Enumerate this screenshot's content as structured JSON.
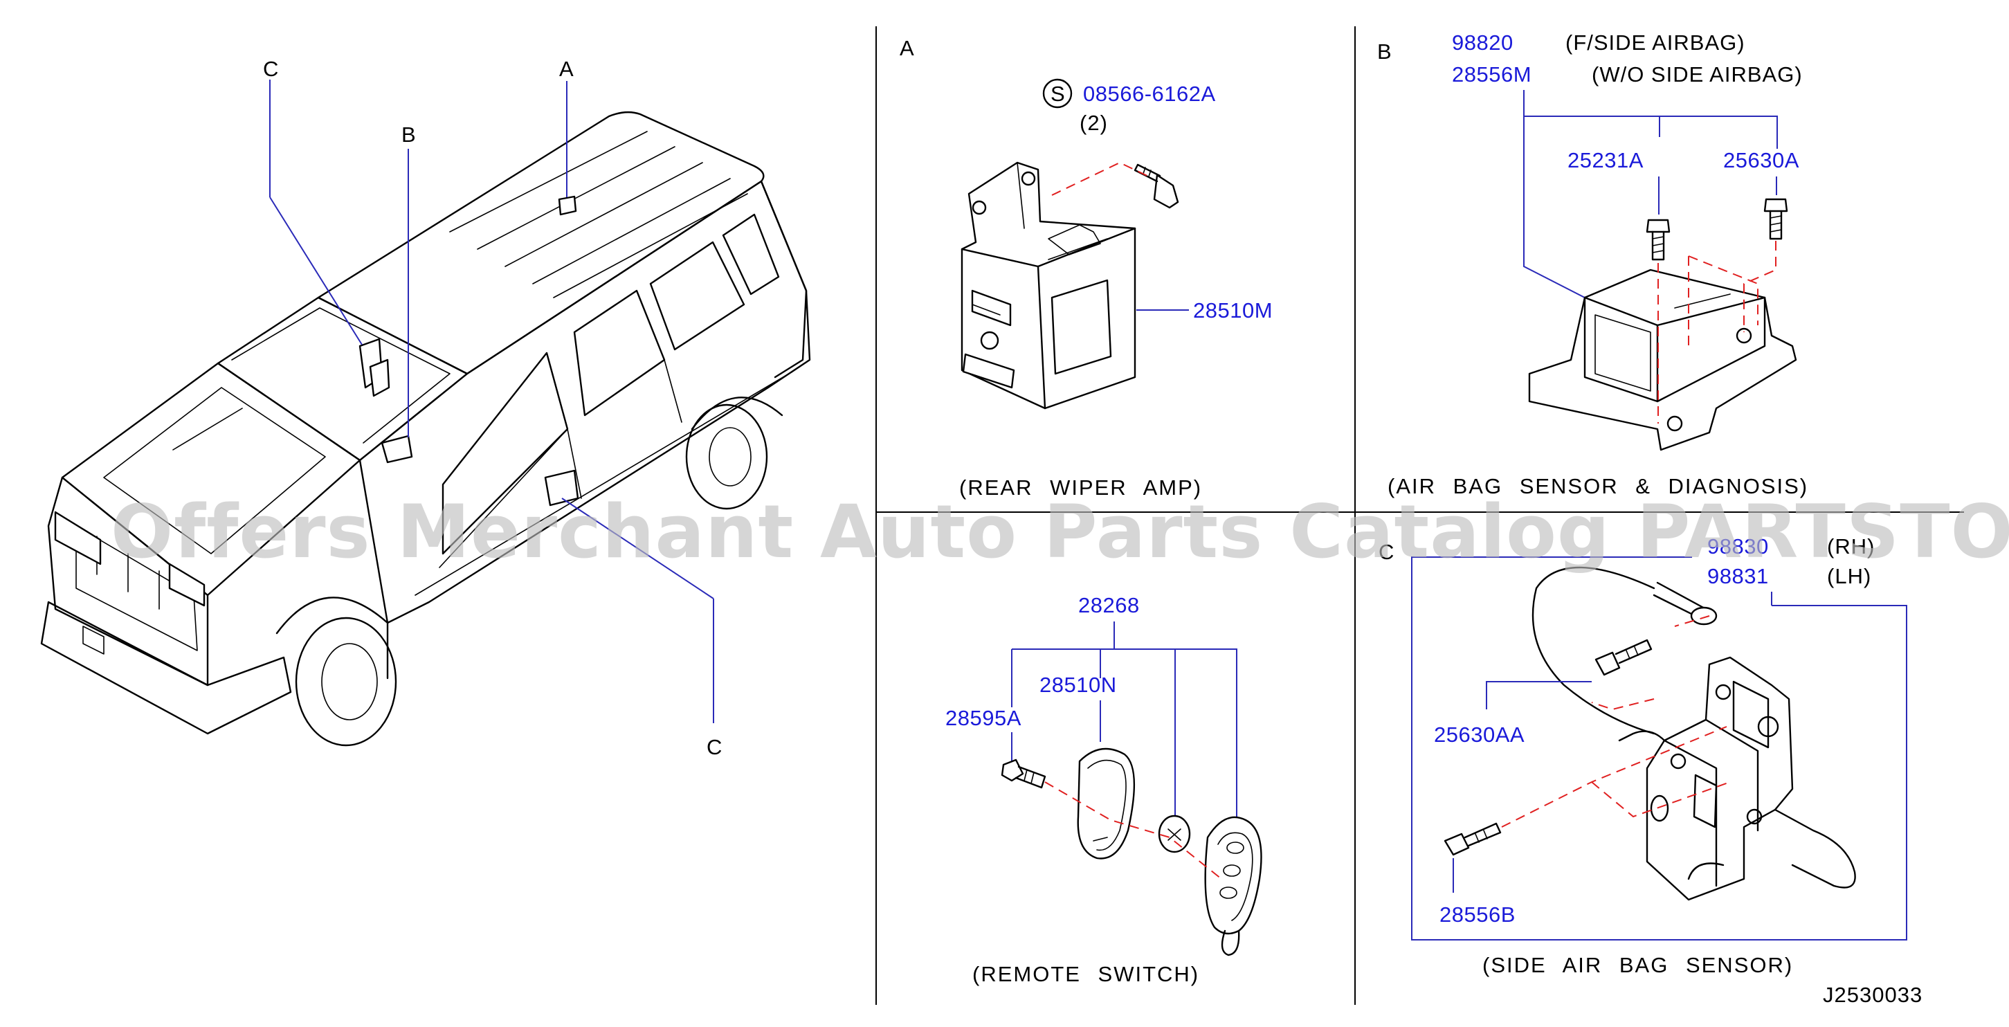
{
  "overview": {
    "callouts": [
      "C",
      "A",
      "B",
      "C"
    ]
  },
  "sections": {
    "A": {
      "letter": "A",
      "symbol": "S",
      "bolt_part": "08566-6162A",
      "bolt_qty": "(2)",
      "amp_part": "28510M",
      "caption": "(REAR WIPER AMP)"
    },
    "B": {
      "letter": "B",
      "part_1": "98820",
      "part_1_note": "(F/SIDE AIRBAG)",
      "part_2": "28556M",
      "part_2_note": "(W/O SIDE AIRBAG)",
      "bolt_1": "25231A",
      "bolt_2": "25630A",
      "caption": "(AIR BAG SENSOR & DIAGNOSIS)"
    },
    "remote": {
      "kit_part": "28268",
      "screw_part": "28595A",
      "case_part": "28510N",
      "caption": "(REMOTE SWITCH)"
    },
    "C": {
      "letter": "C",
      "part_rh": "98830",
      "part_rh_note": "(RH)",
      "part_lh": "98831",
      "part_lh_note": "(LH)",
      "bolt_1": "25630AA",
      "bolt_2": "28556B",
      "caption": "(SIDE AIR BAG SENSOR)"
    }
  },
  "diagram_id": "J2530033",
  "watermark": "Offers Merchant Auto Parts Catalog PARTSTORE.SA"
}
